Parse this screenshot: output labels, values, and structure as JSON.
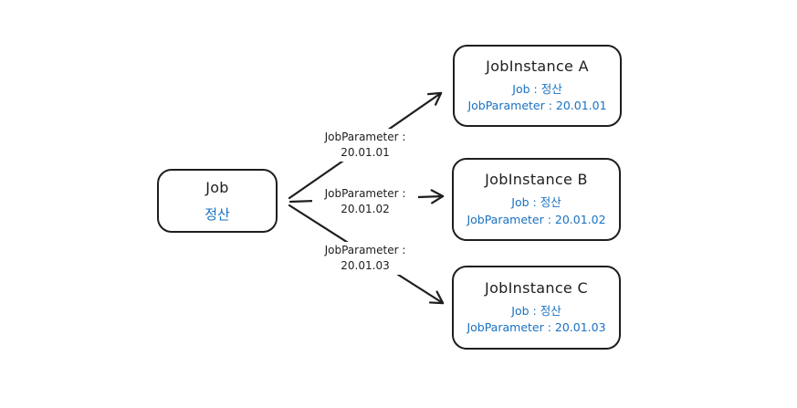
{
  "diagram": {
    "colors": {
      "background": "#ffffff",
      "stroke": "#1e1e1e",
      "accent_blue": "#1971c2"
    },
    "job_node": {
      "title": "Job",
      "subtitle": "정산"
    },
    "instances": [
      {
        "title": "JobInstance A",
        "job_line": "Job : 정산",
        "param_line": "JobParameter : 20.01.01"
      },
      {
        "title": "JobInstance B",
        "job_line": "Job : 정산",
        "param_line": "JobParameter : 20.01.02"
      },
      {
        "title": "JobInstance C",
        "job_line": "Job : 정산",
        "param_line": "JobParameter : 20.01.03"
      }
    ],
    "edges": [
      {
        "label_line1": "JobParameter :",
        "label_line2": "20.01.01"
      },
      {
        "label_line1": "JobParameter :",
        "label_line2": "20.01.02"
      },
      {
        "label_line1": "JobParameter :",
        "label_line2": "20.01.03"
      }
    ]
  }
}
